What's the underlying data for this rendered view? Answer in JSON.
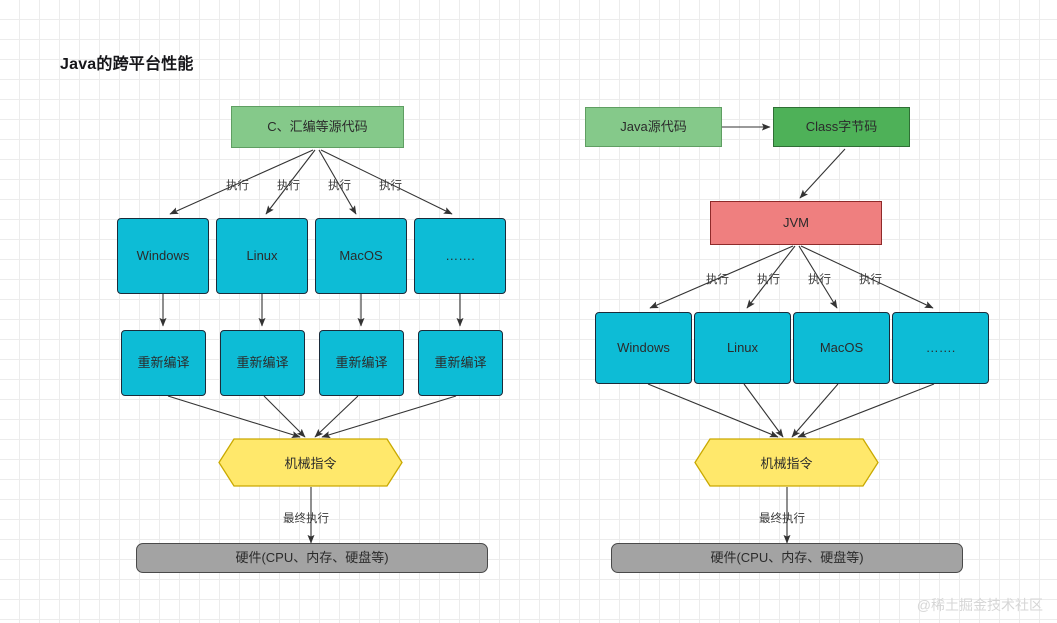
{
  "page": {
    "title": "Java的跨平台性能",
    "watermark": "@稀土掘金技术社区",
    "background": "#ffffff",
    "grid_color": "#ececec"
  },
  "colors": {
    "green_light": "#85c98a",
    "green_light_border": "#5f9e62",
    "green_strong": "#4eb158",
    "green_strong_border": "#2f6f35",
    "cyan": "#0dbcd6",
    "cyan_border": "#1b2b3a",
    "red": "#ef7f7f",
    "red_border": "#8f2a2a",
    "yellow": "#ffe86b",
    "yellow_border": "#c9a900",
    "gray": "#a3a3a3",
    "gray_border": "#4a4a4a",
    "arrow": "#333333",
    "text": "#2b2b2b"
  },
  "left_flow": {
    "source": {
      "label": "C、汇编等源代码"
    },
    "exec_labels": [
      "执行",
      "执行",
      "执行",
      "执行"
    ],
    "platforms": [
      {
        "label": "Windows"
      },
      {
        "label": "Linux"
      },
      {
        "label": "MacOS"
      },
      {
        "label": "……."
      }
    ],
    "recompile": [
      {
        "label": "重新编译"
      },
      {
        "label": "重新编译"
      },
      {
        "label": "重新编译"
      },
      {
        "label": "重新编译"
      }
    ],
    "machine_code": {
      "label": "机械指令"
    },
    "final_exec_label": "最终执行",
    "hardware": {
      "label": "硬件(CPU、内存、硬盘等)"
    }
  },
  "right_flow": {
    "source": {
      "label": "Java源代码"
    },
    "bytecode": {
      "label": "Class字节码"
    },
    "jvm": {
      "label": "JVM"
    },
    "exec_labels": [
      "执行",
      "执行",
      "执行",
      "执行"
    ],
    "platforms": [
      {
        "label": "Windows"
      },
      {
        "label": "Linux"
      },
      {
        "label": "MacOS"
      },
      {
        "label": "……."
      }
    ],
    "machine_code": {
      "label": "机械指令"
    },
    "final_exec_label": "最终执行",
    "hardware": {
      "label": "硬件(CPU、内存、硬盘等)"
    }
  }
}
